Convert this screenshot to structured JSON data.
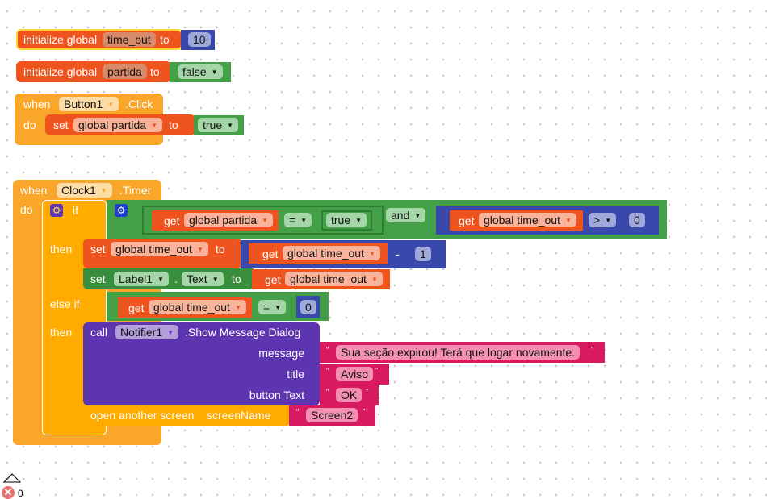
{
  "globals": [
    {
      "keyword": "initialize global",
      "name": "time_out",
      "to": "to",
      "value": "10"
    },
    {
      "keyword": "initialize global",
      "name": "partida",
      "to": "to",
      "value": "false"
    }
  ],
  "button_event": {
    "when": "when",
    "component": "Button1",
    "event": ".Click",
    "do": "do",
    "set": "set",
    "var": "global partida",
    "to": "to",
    "value": "true"
  },
  "clock_event": {
    "when": "when",
    "component": "Clock1",
    "event": ".Timer",
    "do": "do",
    "if": "if",
    "then": "then",
    "else_if": "else if",
    "then2": "then",
    "and": "and",
    "cond1": {
      "get": "get",
      "var": "global partida",
      "op": "=",
      "value": "true"
    },
    "cond2": {
      "get": "get",
      "var": "global time_out",
      "op": ">",
      "value": "0"
    },
    "set1": {
      "set": "set",
      "var": "global time_out",
      "to": "to",
      "get": "get",
      "getvar": "global time_out",
      "op": "-",
      "value": "1"
    },
    "set2": {
      "set": "set",
      "component": "Label1",
      "dot": ".",
      "prop": "Text",
      "to": "to",
      "get": "get",
      "getvar": "global time_out"
    },
    "cond3": {
      "get": "get",
      "var": "global time_out",
      "op": "=",
      "value": "0"
    },
    "call": {
      "call": "call",
      "component": "Notifier1",
      "method": ".Show Message Dialog",
      "message_label": "message",
      "message": "Sua seção expirou! Terá que logar novamente.",
      "title_label": "title",
      "title": "Aviso",
      "button_label": "button Text",
      "button": "OK"
    },
    "open": {
      "label": "open another screen",
      "param": "screenName",
      "value": "Screen2"
    }
  },
  "quote_open": "“",
  "quote_close": "”",
  "warnings_count": "0"
}
